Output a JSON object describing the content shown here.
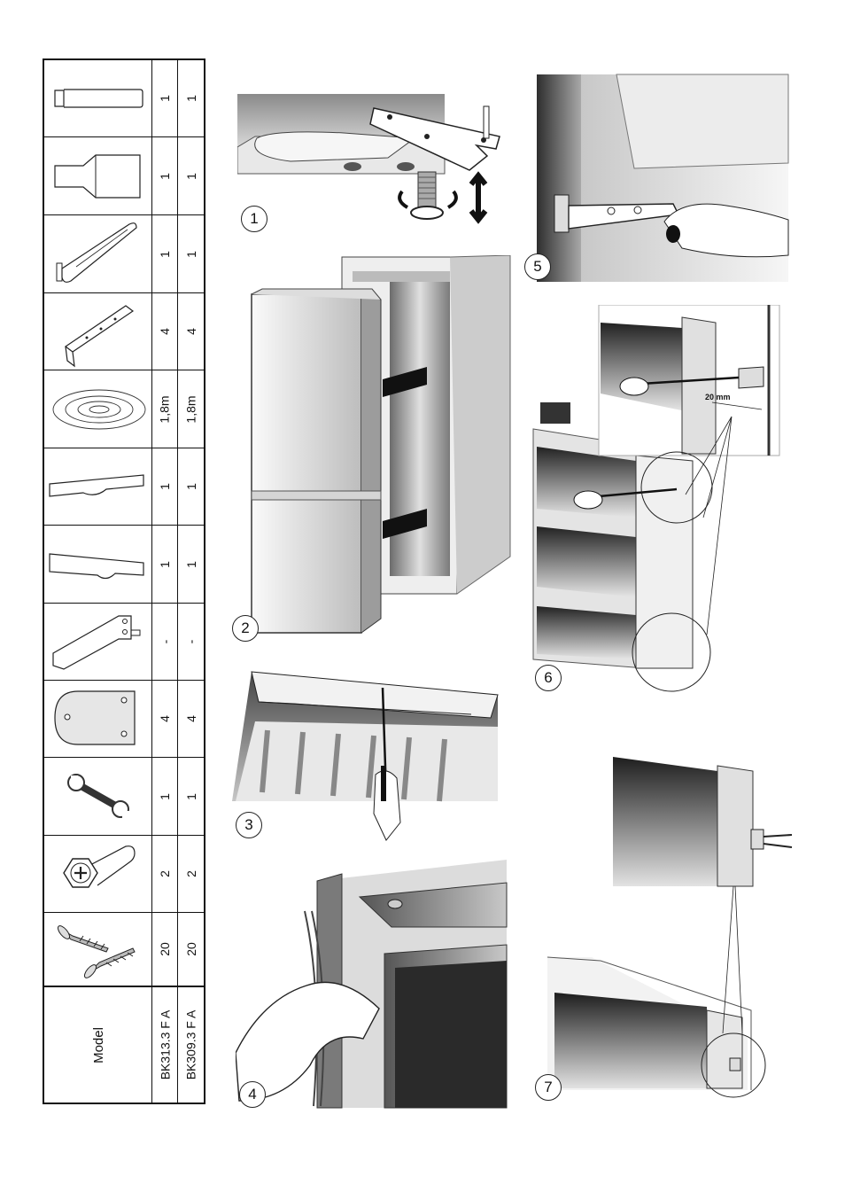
{
  "parts": [
    {
      "icon": "plug-cap-icon",
      "qty1": "1",
      "qty2": "1"
    },
    {
      "icon": "cover-cap-icon",
      "qty1": "1",
      "qty2": "1"
    },
    {
      "icon": "sliding-rail-icon",
      "qty1": "1",
      "qty2": "1"
    },
    {
      "icon": "angle-bracket-icon",
      "qty1": "4",
      "qty2": "4"
    },
    {
      "icon": "sealing-strip-coil-icon",
      "qty1": "1,8m",
      "qty2": "1,8m"
    },
    {
      "icon": "top-cover-panel-icon",
      "qty1": "1",
      "qty2": "1"
    },
    {
      "icon": "bottom-cover-panel-icon",
      "qty1": "1",
      "qty2": "1"
    },
    {
      "icon": "hinge-bracket-icon",
      "qty1": "-",
      "qty2": "-"
    },
    {
      "icon": "mounting-plate-icon",
      "qty1": "4",
      "qty2": "4"
    },
    {
      "icon": "spanner-icon",
      "qty1": "1",
      "qty2": "1"
    },
    {
      "icon": "hex-bolt-icon",
      "qty1": "2",
      "qty2": "2"
    },
    {
      "icon": "wood-screws-icon",
      "qty1": "20",
      "qty2": "20"
    }
  ],
  "model_row": {
    "label": "Model",
    "model1": "BK313.3 F A",
    "model2": "BK309.3 F A"
  },
  "figures": {
    "step1": "1",
    "step2": "2",
    "step3": "3",
    "step4": "4",
    "step5": "5",
    "step6": "6",
    "step7": "7"
  },
  "dimension_label": "20 mm"
}
